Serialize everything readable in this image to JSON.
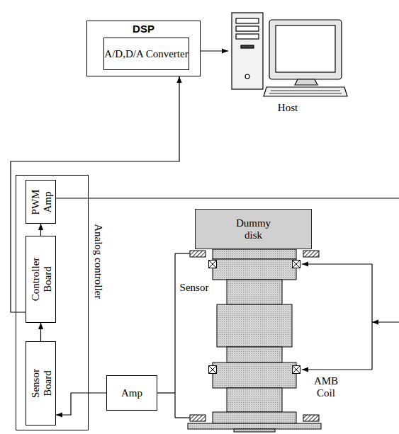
{
  "diagram": {
    "nodes": [
      {
        "text": [
          "DSP"
        ]
      },
      {
        "text": [
          "A/D,D/A Converter"
        ],
        "in": 0
      },
      {
        "text": [
          "Host"
        ]
      },
      {
        "text": [
          "Analog controller"
        ]
      },
      {
        "text": [
          "PWM Amp"
        ],
        "in": 3
      },
      {
        "text": [
          "Controller Board"
        ],
        "in": 3
      },
      {
        "text": [
          "Sensor Board"
        ],
        "in": 3
      },
      {
        "text": [
          "Amp"
        ]
      },
      {
        "text": [
          "Dummy disk"
        ]
      }
    ],
    "edges": [
      {
        "from": 0,
        "to": 2,
        "arrow": "to"
      },
      {
        "from": 5,
        "to": 0,
        "arrow": "to"
      },
      {
        "from": 6,
        "to": 5,
        "arrow": "to"
      },
      {
        "from": 5,
        "to": 4,
        "arrow": "to"
      },
      {
        "from": 7,
        "to": 6,
        "arrow": "to"
      }
    ],
    "labels": [
      "Sensor",
      "AMB Coil"
    ]
  }
}
